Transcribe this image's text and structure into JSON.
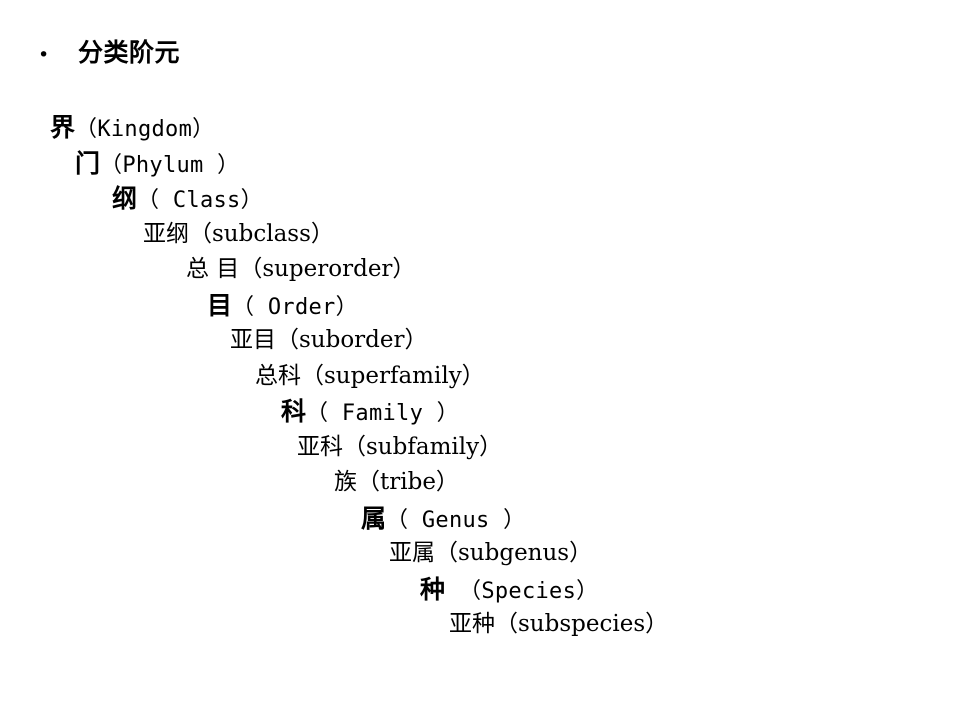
{
  "slide": {
    "background_color": "#ffffff",
    "text_color": "#000000"
  },
  "title": {
    "bullet": "•",
    "text": "分类阶元"
  },
  "ranks": [
    {
      "cn": "界",
      "la": "（Kingdom）",
      "style": "major",
      "indent": 50
    },
    {
      "cn": "门",
      "la": "（Phylum ）",
      "style": "major",
      "indent": 75
    },
    {
      "cn": "纲",
      "la": "（ Class）",
      "style": "major",
      "indent": 112
    },
    {
      "cn": "亚纲",
      "la": "（subclass）",
      "style": "minor",
      "indent": 143
    },
    {
      "cn": "总 目",
      "la": "（superorder）",
      "style": "minor",
      "indent": 186
    },
    {
      "cn": "目",
      "la": "（ Order）",
      "style": "major",
      "indent": 207
    },
    {
      "cn": "亚目",
      "la": "（suborder）",
      "style": "minor",
      "indent": 230
    },
    {
      "cn": "总科",
      "la": "（superfamily）",
      "style": "minor",
      "indent": 255
    },
    {
      "cn": "科",
      "la": "（ Family ）",
      "style": "major",
      "indent": 281
    },
    {
      "cn": "亚科",
      "la": "（subfamily）",
      "style": "minor",
      "indent": 297
    },
    {
      "cn": "族",
      "la": "（tribe）",
      "style": "minor",
      "indent": 334
    },
    {
      "cn": "属",
      "la": "（ Genus ）",
      "style": "major",
      "indent": 361
    },
    {
      "cn": "亚属",
      "la": "（subgenus）",
      "style": "minor",
      "indent": 389
    },
    {
      "cn": "种　",
      "la": "（Species）",
      "style": "major",
      "indent": 420
    },
    {
      "cn": "亚种",
      "la": "（subspecies）",
      "style": "minor",
      "indent": 449
    }
  ]
}
